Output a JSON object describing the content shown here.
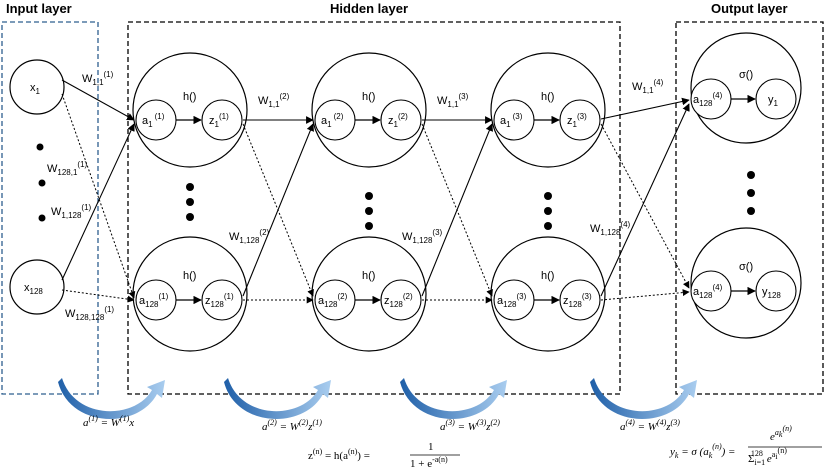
{
  "titles": {
    "input": "Input layer",
    "hidden": "Hidden layer",
    "output": "Output layer"
  },
  "nodes": {
    "x1": "x",
    "x1_sub": "1",
    "x128": "x",
    "x128_sub": "128",
    "a1_1": "a",
    "a1_1_sub": "1",
    "a1_1_sup": "(1)",
    "z1_1": "z",
    "z1_1_sub": "1",
    "z1_1_sup": "(1)",
    "a1_2": "a",
    "a1_2_sub": "1",
    "a1_2_sup": "(2)",
    "z1_2": "z",
    "z1_2_sub": "1",
    "z1_2_sup": "(2)",
    "a1_3": "a",
    "a1_3_sub": "1",
    "a1_3_sup": "(3)",
    "z1_3": "z",
    "z1_3_sub": "1",
    "z1_3_sup": "(3)",
    "a128_1": "a",
    "a128_1_sub": "128",
    "a128_1_sup": "(1)",
    "z128_1": "z",
    "z128_1_sub": "128",
    "z128_1_sup": "(1)",
    "a128_2": "a",
    "a128_2_sub": "128",
    "a128_2_sup": "(2)",
    "z128_2": "z",
    "z128_2_sub": "128",
    "z128_2_sup": "(2)",
    "a128_3": "a",
    "a128_3_sub": "128",
    "a128_3_sup": "(3)",
    "z128_3": "z",
    "z128_3_sub": "128",
    "z128_3_sup": "(3)",
    "out_a_top": "a",
    "out_a_top_sub": "128",
    "out_a_top_sup": "(4)",
    "out_a_bot": "a",
    "out_a_bot_sub": "128",
    "out_a_bot_sup": "(4)",
    "y1": "y",
    "y1_sub": "1",
    "y128": "y",
    "y128_sub": "128"
  },
  "functions": {
    "h": "h()",
    "sigma": "σ()"
  },
  "weights": {
    "w_in_11": {
      "base": "W",
      "sub": "1,1",
      "sup": "(1)"
    },
    "w_in_1281": {
      "base": "W",
      "sub": "128,1",
      "sup": "(1)"
    },
    "w_in_1128": {
      "base": "W",
      "sub": "1,128",
      "sup": "(1)"
    },
    "w_in_128128": {
      "base": "W",
      "sub": "128,128",
      "sup": "(1)"
    },
    "w2_11": {
      "base": "W",
      "sub": "1,1",
      "sup": "(2)"
    },
    "w2_1128": {
      "base": "W",
      "sub": "1,128",
      "sup": "(2)"
    },
    "w3_11": {
      "base": "W",
      "sub": "1,1",
      "sup": "(3)"
    },
    "w3_1128": {
      "base": "W",
      "sub": "1,128",
      "sup": "(3)"
    },
    "w4_11": {
      "base": "W",
      "sub": "1,1",
      "sup": "(4)"
    },
    "w4_1128": {
      "base": "W",
      "sub": "1,128",
      "sup": "(4)"
    }
  },
  "equations": {
    "eq1_lhs": "a",
    "eq1_lhs_sup": "(1)",
    "eq1_rhs": " = W",
    "eq1_rhs_sup": "(1)",
    "eq1_tail": "x",
    "eq2_lhs": "a",
    "eq2_lhs_sup": "(2)",
    "eq2_rhs": " = W",
    "eq2_rhs_sup": "(2)",
    "eq2_tail": "z",
    "eq2_tail_sup": "(1)",
    "eq3_lhs": "a",
    "eq3_lhs_sup": "(3)",
    "eq3_rhs": " = W",
    "eq3_rhs_sup": "(3)",
    "eq3_tail": "z",
    "eq3_tail_sup": "(2)",
    "eq4_lhs": "a",
    "eq4_lhs_sup": "(4)",
    "eq4_rhs": " = W",
    "eq4_rhs_sup": "(4)",
    "eq4_tail": "z",
    "eq4_tail_sup": "(3)",
    "zh_lhs": "z",
    "zh_lhs_sup": "(n)",
    "zh_mid": " = h(a",
    "zh_mid_sup": "(n)",
    "zh_close": ") =",
    "zh_num": "1",
    "zh_den": "1 + e",
    "zh_den_sup": "-a(n)",
    "yk_lhs": "y",
    "yk_lhs_sub": "k",
    "yk_mid": " = σ (a",
    "yk_mid_sub": "k",
    "yk_mid_sup": "(n)",
    "yk_close": ") =",
    "yk_num": "e",
    "yk_num_sup": "a",
    "yk_num_supsub": "k",
    "yk_num_supsup": "(n)",
    "yk_den": "Σ",
    "yk_den_sub": "i=1",
    "yk_den_sup": "128",
    "yk_den_e": "e",
    "yk_den_e_sup": "a",
    "yk_den_e_supsub": "i",
    "yk_den_e_supsup": "(n)"
  },
  "colors": {
    "arrow_fill_start": "#1f5fa8",
    "arrow_fill_end": "#9cc3ea",
    "input_box": "#2e5f8f",
    "stroke": "#000000"
  }
}
